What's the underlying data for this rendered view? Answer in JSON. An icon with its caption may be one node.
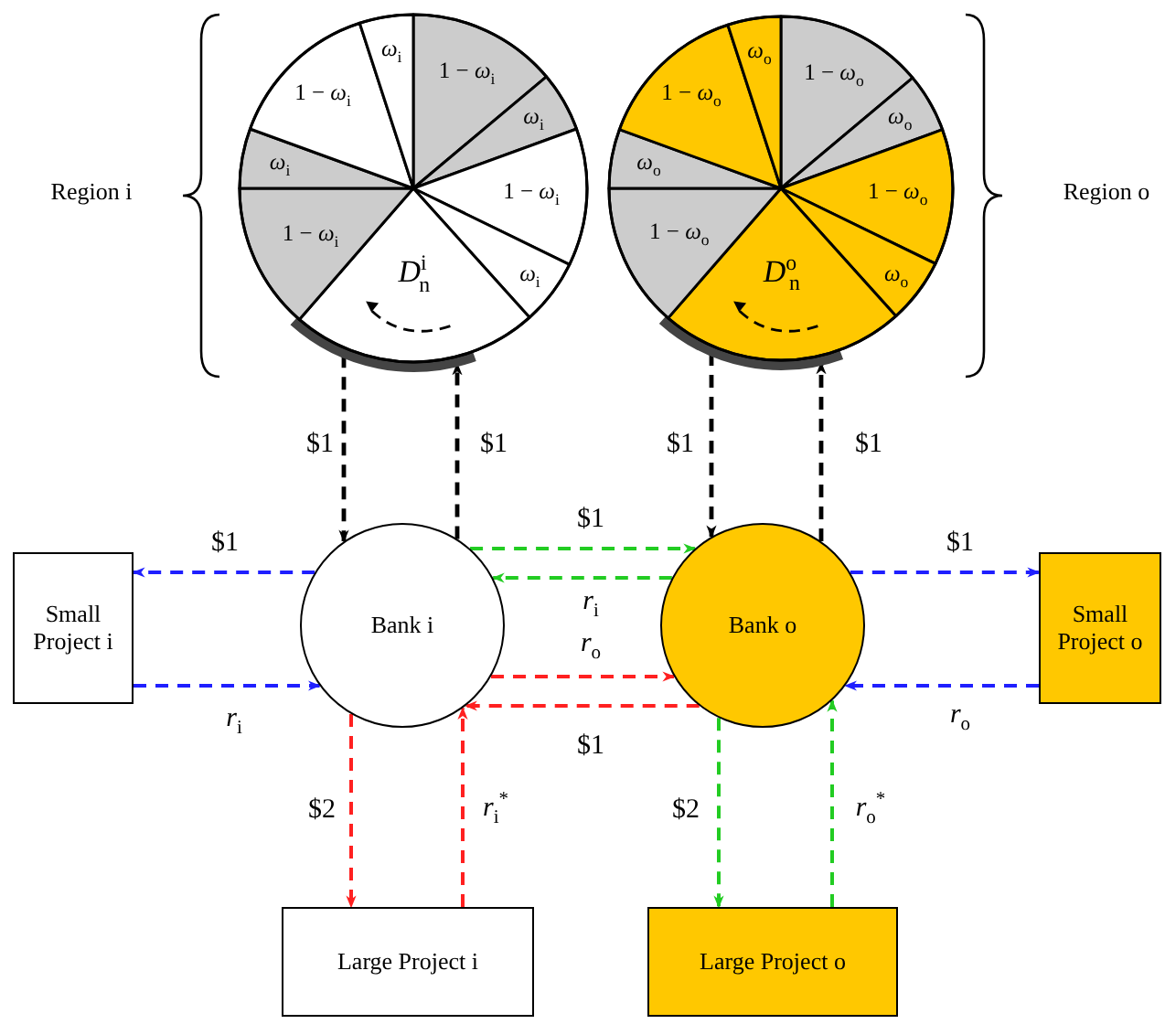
{
  "diagram": {
    "nodes": [
      {
        "text": [
          "1 − *ω*$_{i}$",
          "*ω*$_{i}$",
          "1 − *ω*$_{i}$",
          "*ω*$_{i}$",
          "*D*$^{i}$$_{n}$",
          "1 − *ω*$_{i}$",
          "*ω*$_{i}$",
          "1 − *ω*$_{i}$",
          "*ω*$_{i}$"
        ]
      },
      {
        "text": [
          "1 − *ω*$_{o}$",
          "*ω*$_{o}$",
          "1 − *ω*$_{o}$",
          "*ω*$_{o}$",
          "*D*$^{o}$$_{n}$",
          "1 − *ω*$_{o}$",
          "*ω*$_{o}$",
          "1 − *ω*$_{o}$",
          "*ω*$_{o}$"
        ]
      },
      {
        "text": [
          "Small Project i"
        ]
      },
      {
        "text": [
          "Bank i"
        ]
      },
      {
        "text": [
          "Bank o"
        ]
      },
      {
        "text": [
          "Small Project o"
        ]
      },
      {
        "text": [
          "Large Project i"
        ]
      },
      {
        "text": [
          "Large Project o"
        ]
      }
    ],
    "edges": [
      {
        "from": 0,
        "to": 3,
        "arrow": "to",
        "label": "$1",
        "style": "dashed",
        "color": "#000000"
      },
      {
        "from": 3,
        "to": 0,
        "arrow": "to",
        "label": "$1",
        "style": "dashed",
        "color": "#000000"
      },
      {
        "from": 1,
        "to": 4,
        "arrow": "to",
        "label": "$1",
        "style": "dashed",
        "color": "#000000"
      },
      {
        "from": 4,
        "to": 1,
        "arrow": "to",
        "label": "$1",
        "style": "dashed",
        "color": "#000000"
      },
      {
        "from": 3,
        "to": 2,
        "arrow": "to",
        "label": "$1",
        "style": "dashed",
        "color": "#1f1fff"
      },
      {
        "from": 2,
        "to": 3,
        "arrow": "to",
        "label": "*r*$_{i}$",
        "style": "dashed",
        "color": "#1f1fff"
      },
      {
        "from": 3,
        "to": 4,
        "arrow": "to",
        "label": "$1",
        "style": "dashed",
        "color": "#22cc22"
      },
      {
        "from": 4,
        "to": 3,
        "arrow": "to",
        "label": "*r*$_{i}$",
        "style": "dashed",
        "color": "#22cc22"
      },
      {
        "from": 3,
        "to": 4,
        "arrow": "to",
        "label": "*r*$_{o}$",
        "style": "dashed",
        "color": "#ff2020"
      },
      {
        "from": 4,
        "to": 3,
        "arrow": "to",
        "label": "$1",
        "style": "dashed",
        "color": "#ff2020"
      },
      {
        "from": 4,
        "to": 5,
        "arrow": "to",
        "label": "$1",
        "style": "dashed",
        "color": "#1f1fff"
      },
      {
        "from": 5,
        "to": 4,
        "arrow": "to",
        "label": "*r*$_{o}$",
        "style": "dashed",
        "color": "#1f1fff"
      },
      {
        "from": 3,
        "to": 6,
        "arrow": "to",
        "label": "$2",
        "style": "dashed",
        "color": "#ff2020"
      },
      {
        "from": 6,
        "to": 3,
        "arrow": "to",
        "label": "*r*$_{i}$$^{*}$",
        "style": "dashed",
        "color": "#ff2020"
      },
      {
        "from": 4,
        "to": 7,
        "arrow": "to",
        "label": "$2",
        "style": "dashed",
        "color": "#22cc22"
      },
      {
        "from": 7,
        "to": 4,
        "arrow": "to",
        "label": "*r*$_{o}$$^{*}$",
        "style": "dashed",
        "color": "#22cc22"
      }
    ],
    "labels": [
      "Region i",
      "Region o"
    ]
  }
}
